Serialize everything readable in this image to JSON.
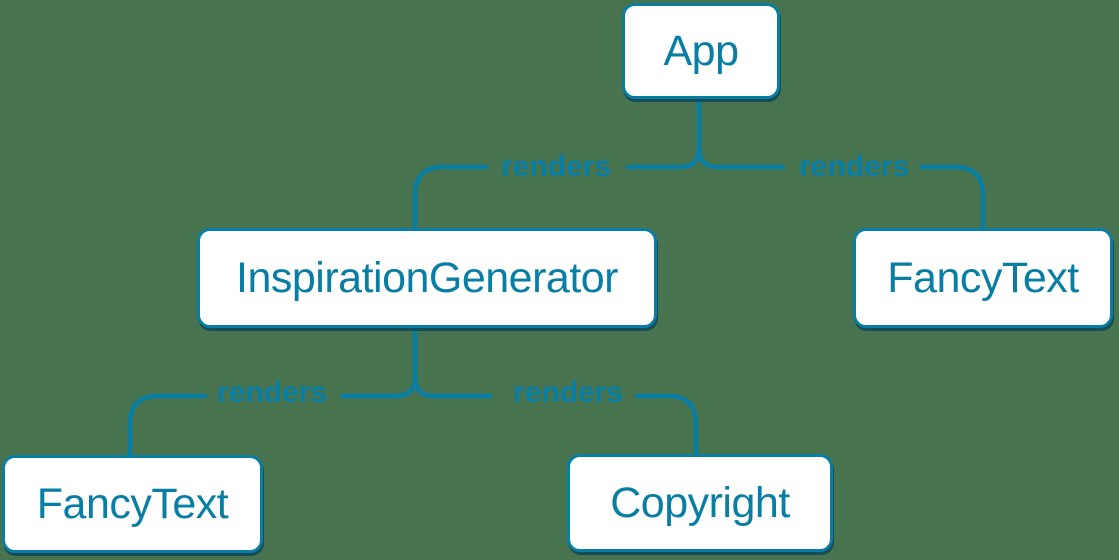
{
  "canvas": {
    "background_color": "#48734F",
    "accent_color": "#087EA4",
    "node_fill_color": "#FFFFFF",
    "node_shadow_color": "#0D5E83"
  },
  "tree": {
    "nodes": {
      "app": {
        "label": "App"
      },
      "inspiration_generator": {
        "label": "InspirationGenerator"
      },
      "fancy_text_top": {
        "label": "FancyText"
      },
      "fancy_text_bottom": {
        "label": "FancyText"
      },
      "copyright": {
        "label": "Copyright"
      }
    },
    "edges": [
      {
        "from": "App",
        "to": "InspirationGenerator",
        "label": "renders"
      },
      {
        "from": "App",
        "to": "FancyText",
        "label": "renders"
      },
      {
        "from": "InspirationGenerator",
        "to": "FancyText",
        "label": "renders"
      },
      {
        "from": "InspirationGenerator",
        "to": "Copyright",
        "label": "renders"
      }
    ]
  }
}
